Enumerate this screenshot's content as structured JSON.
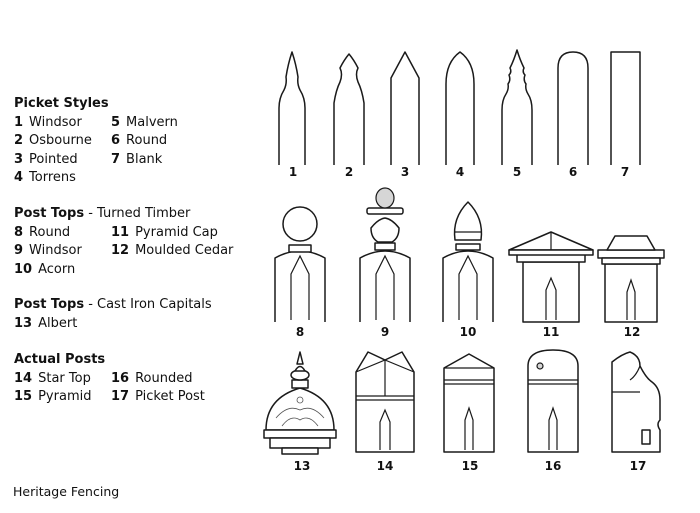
{
  "legend": {
    "picket_styles": {
      "title": "Picket Styles",
      "items": [
        {
          "num": "1",
          "name": "Windsor"
        },
        {
          "num": "5",
          "name": "Malvern"
        },
        {
          "num": "2",
          "name": "Osbourne"
        },
        {
          "num": "6",
          "name": "Round"
        },
        {
          "num": "3",
          "name": "Pointed"
        },
        {
          "num": "7",
          "name": "Blank"
        },
        {
          "num": "4",
          "name": "Torrens"
        }
      ]
    },
    "post_tops_turned": {
      "title": "Post Tops",
      "subtitle": " - Turned Timber",
      "items": [
        {
          "num": "8",
          "name": "Round"
        },
        {
          "num": "11",
          "name": "Pyramid Cap"
        },
        {
          "num": "9",
          "name": "Windsor"
        },
        {
          "num": "12",
          "name": "Moulded Cedar"
        },
        {
          "num": "10",
          "name": "Acorn"
        }
      ]
    },
    "post_tops_cast": {
      "title": "Post Tops",
      "subtitle": " - Cast Iron Capitals",
      "items": [
        {
          "num": "13",
          "name": "Albert"
        }
      ]
    },
    "actual_posts": {
      "title": "Actual Posts",
      "items": [
        {
          "num": "14",
          "name": "Star Top"
        },
        {
          "num": "16",
          "name": "Rounded"
        },
        {
          "num": "15",
          "name": "Pyramid"
        },
        {
          "num": "17",
          "name": "Picket Post"
        }
      ]
    }
  },
  "figure_labels": {
    "row1": [
      "1",
      "2",
      "3",
      "4",
      "5",
      "6",
      "7"
    ],
    "row2": [
      "8",
      "9",
      "10",
      "11",
      "12"
    ],
    "row3": [
      "13",
      "14",
      "15",
      "16",
      "17"
    ]
  },
  "footer": "Heritage Fencing"
}
